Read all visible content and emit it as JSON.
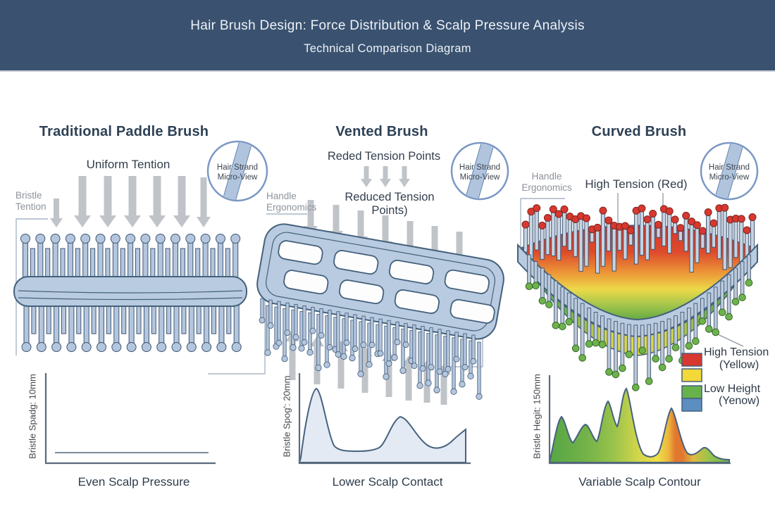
{
  "header": {
    "title": "Hair Brush Design: Force Distribution & Scalp Pressure Analysis",
    "subtitle": "Technical Comparison Diagram",
    "bg_color": "#3a5270"
  },
  "micro_view": {
    "line1": "Hair Strand",
    "line2": "Micro-View"
  },
  "columns": [
    {
      "title": "Traditional Paddle Brush",
      "annotation": "Uniform Tention",
      "side_label_line1": "Bristle",
      "side_label_line2": "Tention",
      "axis_label": "Bristle Spadg: 10mm",
      "caption": "Even Scalp Pressure"
    },
    {
      "title": "Vented Brush",
      "annotation": "Reded Tension Points",
      "annotation2_line1": "Reduced Tension",
      "annotation2_line2": "Points)",
      "side_label_line1": "Handle",
      "side_label_line2": "Ergonomics",
      "axis_label": "Bristle Spog': 20mm",
      "caption": "Lower Scalp Contact"
    },
    {
      "title": "Curved Brush",
      "annotation": "High Tension (Red)",
      "side_label_line1": "Handle",
      "side_label_line2": "Ergonomics",
      "axis_label": "Bristle Hegit: 150mm",
      "caption": "Variable Scalp Contour",
      "legend": {
        "swatch_colors": [
          "#d8382f",
          "#f2d838",
          "#67b24b",
          "#5c8ec0"
        ],
        "item1_line1": "High Tension",
        "item1_line2": "(Yellow)",
        "item2_line1": "Low Height",
        "item2_line2": "(Yenow)"
      }
    }
  ],
  "chart_data": [
    {
      "type": "line",
      "caption": "Even Scalp Pressure",
      "y_axis_label": "Bristle Spadg: 10mm",
      "profile": "flat",
      "x": [
        0,
        1,
        2,
        3,
        4,
        5,
        6,
        7,
        8,
        9,
        10
      ],
      "values": [
        1,
        1,
        1,
        1,
        1,
        1,
        1,
        1,
        1,
        1,
        1
      ]
    },
    {
      "type": "area",
      "caption": "Lower Scalp Contact",
      "y_axis_label": "Bristle Spog': 20mm",
      "fill_color": "#e3eaf4",
      "x": [
        0,
        1,
        2,
        3,
        4,
        5,
        6,
        7,
        8,
        9,
        10
      ],
      "values": [
        0,
        9.8,
        2.0,
        1.9,
        2.0,
        3.5,
        6.2,
        5.0,
        2.1,
        2.6,
        4.3
      ]
    },
    {
      "type": "area",
      "caption": "Variable Scalp Contour",
      "y_axis_label": "Bristle Hegit: 150mm",
      "fill_gradient": [
        "#56a645",
        "#eedf48",
        "#e2772f",
        "#68b24c"
      ],
      "x": [
        0,
        1,
        2,
        3,
        4,
        5,
        6,
        7,
        8,
        9,
        10,
        11,
        12,
        13,
        14
      ],
      "values": [
        0,
        6.1,
        2.7,
        5.1,
        2.9,
        8.3,
        4.4,
        9.9,
        1.0,
        0.9,
        7.3,
        1.2,
        1.8,
        1.7,
        0.5
      ]
    }
  ],
  "colors": {
    "header_bg": "#3a5270",
    "brush_body": "#b9cbe0",
    "brush_outline": "#44617c",
    "arrow_gray": "#c0c4c9",
    "high_tension_red": "#d8382f",
    "low_height_green": "#6db34c"
  }
}
